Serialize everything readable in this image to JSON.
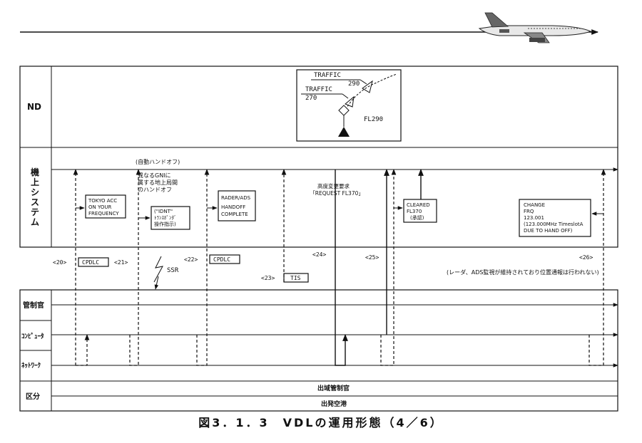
{
  "rows": {
    "nd": "ND",
    "onboard": [
      "機",
      "上",
      "シ",
      "ス",
      "テ",
      "ム"
    ],
    "controller": "管制官",
    "computer": "ｺﾝﾋﾟｭｰﾀ",
    "network": "ﾈｯﾄﾜｰｸ",
    "division": "区分"
  },
  "nd_display": {
    "traffic_label": "TRAFFIC",
    "traffic1_alt": "290",
    "traffic2_alt": "270",
    "own_level": "FL290"
  },
  "events": {
    "auto_handoff": "(自動ハンドオフ)",
    "tokyo_acc": [
      "TOKYO ACC",
      "ON YOUR",
      "FREQUENCY"
    ],
    "gni_handoff": [
      "異なるGNIに",
      "属する地上局間",
      "のハンドオフ"
    ],
    "ident": [
      "(\"IDNT\"",
      "ﾄﾗﾝｽﾎﾟﾝﾀﾞ",
      "操作指示)"
    ],
    "rader_ads": [
      "RADER/ADS",
      "HANDOFF",
      "COMPLETE"
    ],
    "altitude_request": [
      "高度変更要求",
      "｢REQUEST FL370｣"
    ],
    "cleared": [
      "CLEARED",
      "FL370",
      "(承認)"
    ],
    "change_frq": [
      "CHANGE",
      "FRQ",
      "123.001",
      "(123.000MHz  TimeslotA",
      " DUE TO HAND OFF)"
    ]
  },
  "markers": {
    "m20": "<20>",
    "m21": "<21>",
    "m22": "<22>",
    "m23": "<23>",
    "m24": "<24>",
    "m25": "<25>",
    "m26": "<26>",
    "cpdlc": "CPDLC",
    "tis": "TIS",
    "ssr": "SSR",
    "radar_note": "(レーダ、ADS監視が維持されており位置通報は行われない)"
  },
  "division": {
    "top": "出域管制官",
    "bottom": "出発空港"
  },
  "caption": "図3．1．3　VDLの運用形態（4／6）"
}
